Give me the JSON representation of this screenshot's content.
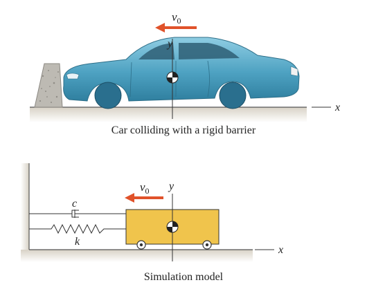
{
  "top": {
    "caption": "Car colliding with a rigid barrier",
    "velocity_label": "v",
    "velocity_sub": "0",
    "y_label": "y",
    "x_label": "x"
  },
  "bottom": {
    "caption": "Simulation model",
    "velocity_label": "v",
    "velocity_sub": "0",
    "y_label": "y",
    "x_label": "x",
    "damper_label": "c",
    "spring_label": "k"
  },
  "colors": {
    "car_body": "#5aa9c6",
    "arrow": "#e0522a",
    "block": "#f0c44c",
    "ground": "#e7e2d8"
  },
  "icons": {
    "barrier": "concrete-barrier",
    "car": "sedan-car",
    "center_of_mass": "center-of-mass-symbol",
    "spring": "zigzag-spring",
    "damper": "dashpot",
    "wheels": "wheel-circles"
  }
}
